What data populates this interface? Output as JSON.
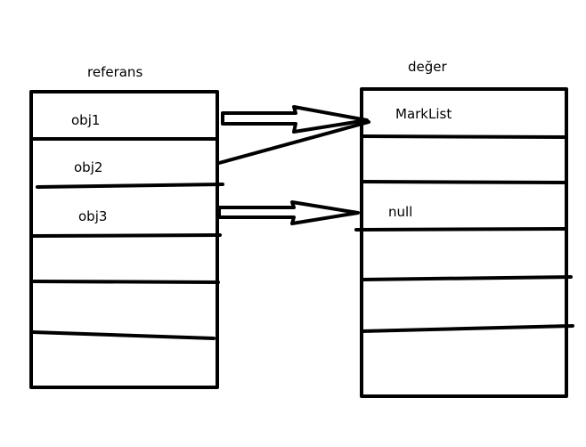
{
  "left_table": {
    "title": "referans",
    "rows": [
      "obj1",
      "obj2",
      "obj3",
      "",
      "",
      ""
    ]
  },
  "right_table": {
    "title": "değer",
    "rows": [
      "MarkList",
      "",
      "null",
      "",
      ""
    ]
  }
}
